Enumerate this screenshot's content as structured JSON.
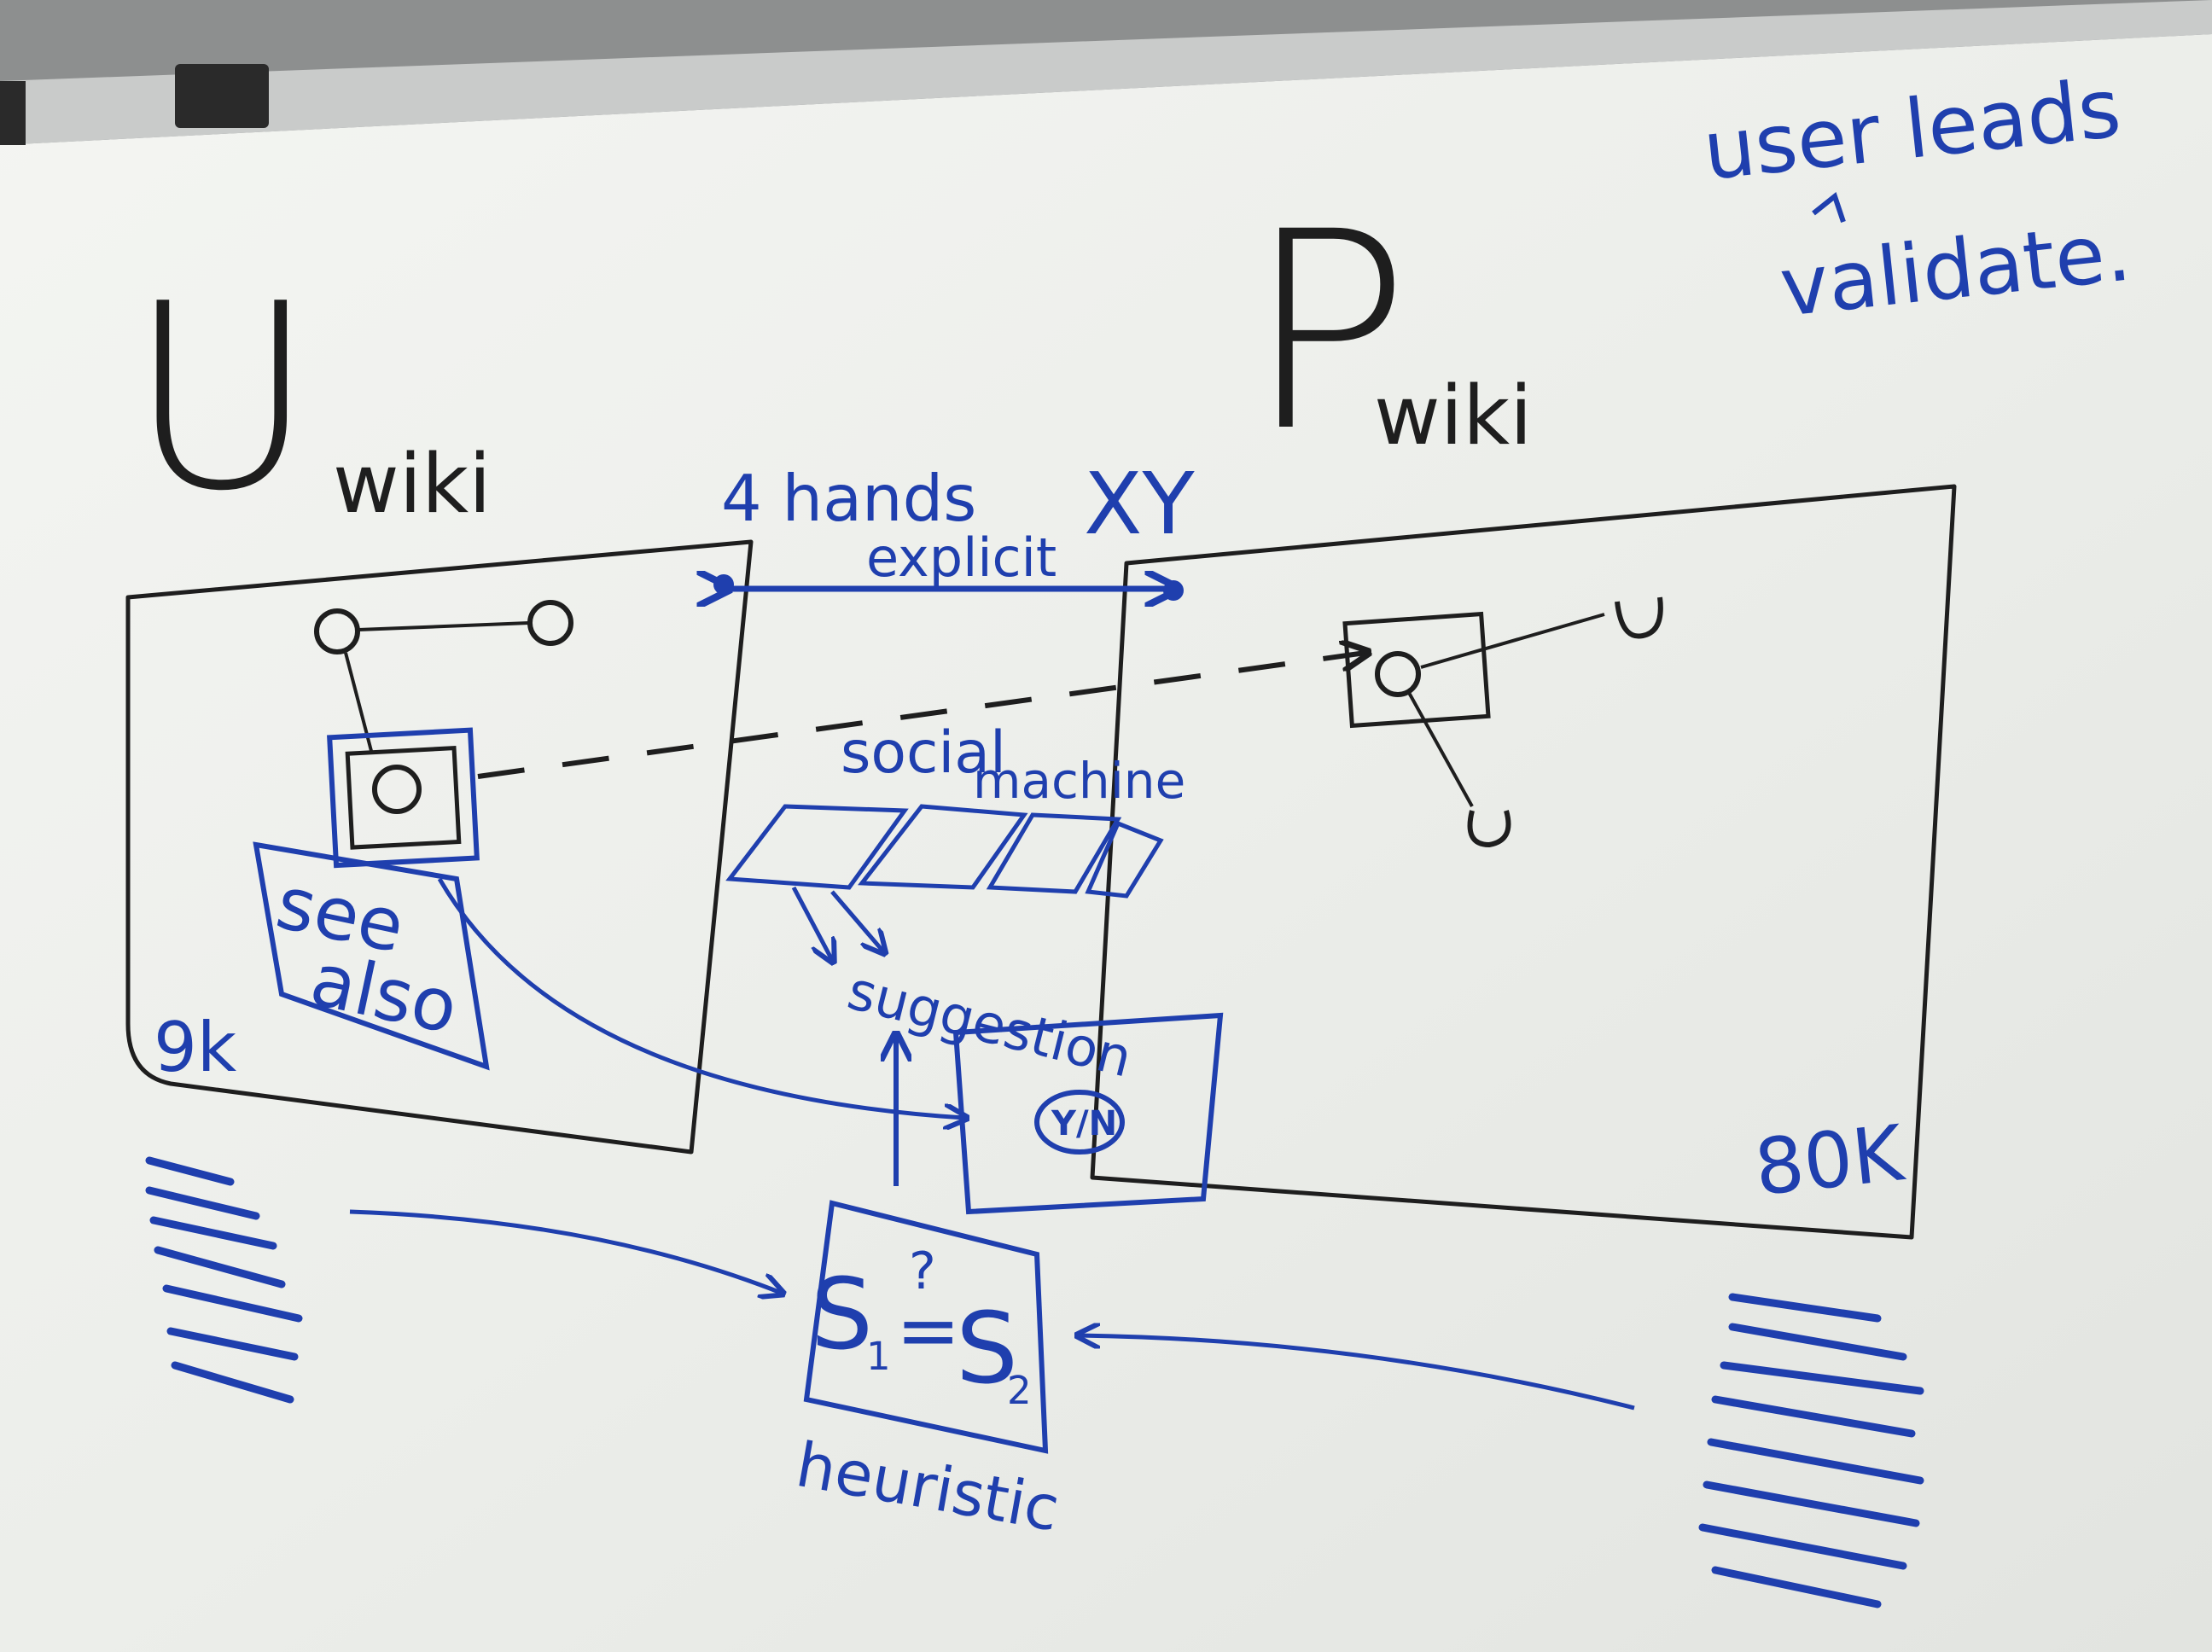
{
  "board": {
    "left_title_letter": "U",
    "left_title_word": "wiki",
    "right_title_letter": "P",
    "right_title_word": "wiki",
    "top_note_line1": "user leads",
    "top_note_line2": "validate.",
    "left_box_count": "9k",
    "right_box_count": "80K",
    "link_label_top": "4 hands",
    "link_label_xy": "XY",
    "link_label_explicit": "explicit",
    "see_also_line1": "see",
    "see_also_line2": "also",
    "social_label": "social",
    "machine_label": "machine",
    "suggestion_label": "suggestion",
    "yn_label": "Y/N",
    "heuristic_label": "heuristic",
    "s1_label": "S",
    "s1_sub": "1",
    "s2_label": "S",
    "s2_sub": "2",
    "equal_mark": "=",
    "question_mark": "?"
  },
  "colors": {
    "board_white": "#eef0ec",
    "black_marker": "#1e1e1e",
    "blue_marker": "#1f3fae",
    "frame_gray": "#9a9c9c"
  }
}
